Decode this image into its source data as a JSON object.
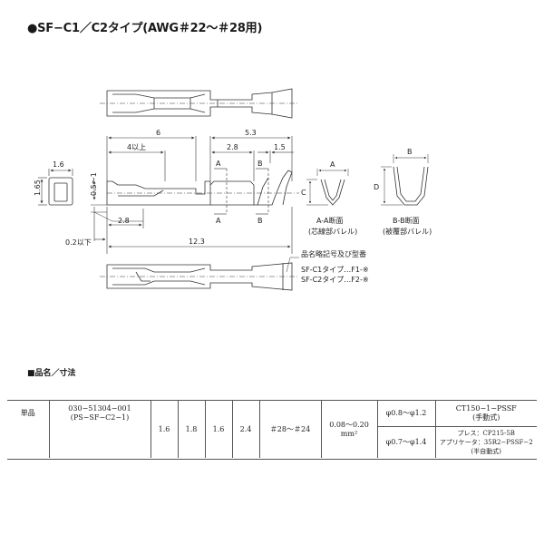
{
  "header": {
    "title": "●SF−C1／C2タイプ(AWG＃22〜＃28用)"
  },
  "drawing": {
    "dims": {
      "overall_6": "6",
      "min_4": "4以上",
      "dim_5_3": "5.3",
      "dim_2_8_top": "2.8",
      "dim_1_5": "1.5",
      "dim_2_8_bottom": "2.8",
      "dim_0_2": "0.2以下",
      "dim_12_3": "12.3",
      "dim_1_6": "1.6",
      "dim_1_65": "1.65",
      "dim_0_5_1": "0.5〜1"
    },
    "markers": {
      "a_top": "A",
      "b_top": "B",
      "a_bottom": "A",
      "b_bottom": "B"
    },
    "sections": {
      "aa_letter_a": "A",
      "aa_letter_c": "C",
      "aa_caption": "A-A断面",
      "aa_sub": "(芯線部バレル)",
      "bb_letter_b": "B",
      "bb_letter_d": "D",
      "bb_caption": "B-B断面",
      "bb_sub": "(被覆部バレル)"
    },
    "marking": {
      "label": "品名略記号及び型番",
      "c1": "SF-C1タイプ…F1-※",
      "c2": "SF-C2タイプ…F2-※"
    }
  },
  "section_title": "■品名／寸法",
  "table": {
    "single_label": "単品",
    "part_number": "030−51304−001",
    "part_code": "(PS−SF−C2−1)",
    "a": "1.6",
    "b": "1.8",
    "c": "1.6",
    "d": "2.4",
    "awg": "＃28〜＃24",
    "area": "0.08〜0.20",
    "area_unit": "mm²",
    "phi1": "φ0.8〜φ1.2",
    "phi2": "φ0.7〜φ1.4",
    "tool1_name": "CT150−1−PSSF",
    "tool1_type": "(手動式)",
    "tool2_press": "プレス：CP215-5B",
    "tool2_applicator": "アプリケータ：35R2−PSSF−2",
    "tool2_type": "(半自動式)"
  },
  "colors": {
    "line": "#333333",
    "fill": "#ffffff"
  }
}
